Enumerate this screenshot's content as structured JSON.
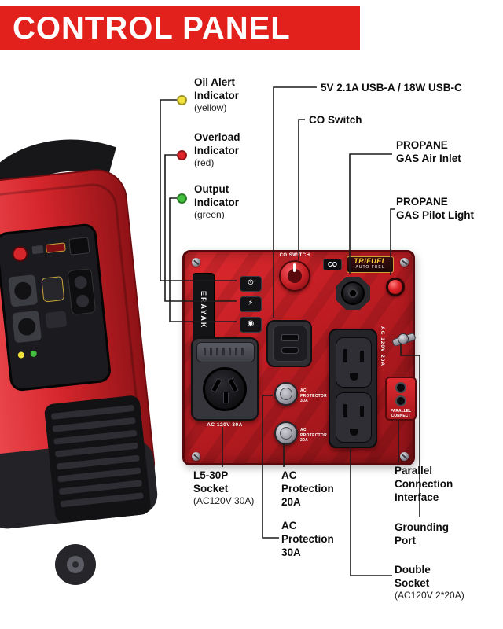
{
  "header": {
    "title": "CONTROL PANEL"
  },
  "colors": {
    "banner": "#e2211c",
    "panel_red": "#c01d23"
  },
  "legend": {
    "items": [
      {
        "label": "Oil Alert\nIndicator",
        "note": "(yellow)",
        "color": "#f2e23a"
      },
      {
        "label": "Overload\nIndicator",
        "note": "(red)",
        "color": "#e02127"
      },
      {
        "label": "Output\nIndicator",
        "note": "(green)",
        "color": "#43c13e"
      }
    ]
  },
  "callouts": {
    "usb": "5V 2.1A USB-A / 18W USB-C",
    "co_switch": "CO Switch",
    "propane_inlet": "PROPANE\nGAS Air Inlet",
    "propane_pilot": "PROPANE\nGAS Pilot Light",
    "l5_socket": "L5-30P\nSocket",
    "l5_note": "(AC120V 30A)",
    "protection_20": "AC\nProtection\n20A",
    "protection_30": "AC\nProtection\n30A",
    "parallel": "Parallel\nConnection\nInterface",
    "grounding": "Grounding\nPort",
    "double_socket": "Double\nSocket",
    "double_note": "(AC120V 2*20A)"
  },
  "panel": {
    "brand": "ERAYAK",
    "co_dial_label": "CO SWITCH",
    "co_badge": "CO",
    "trifuel": "TRIFUEL",
    "trifuel_sub": "AUTO FUEL",
    "l5_print": "AC 120V 30A",
    "protector_30_print": "AC PROTECTOR\n30A",
    "protector_20_print": "AC PROTECTOR\n20A",
    "double_print": "AC 120V 20A",
    "parallel_print": "PARALLEL\nCONNECT",
    "icons": {
      "oil": "⊙",
      "overload": "⚡",
      "output": "◉"
    }
  }
}
